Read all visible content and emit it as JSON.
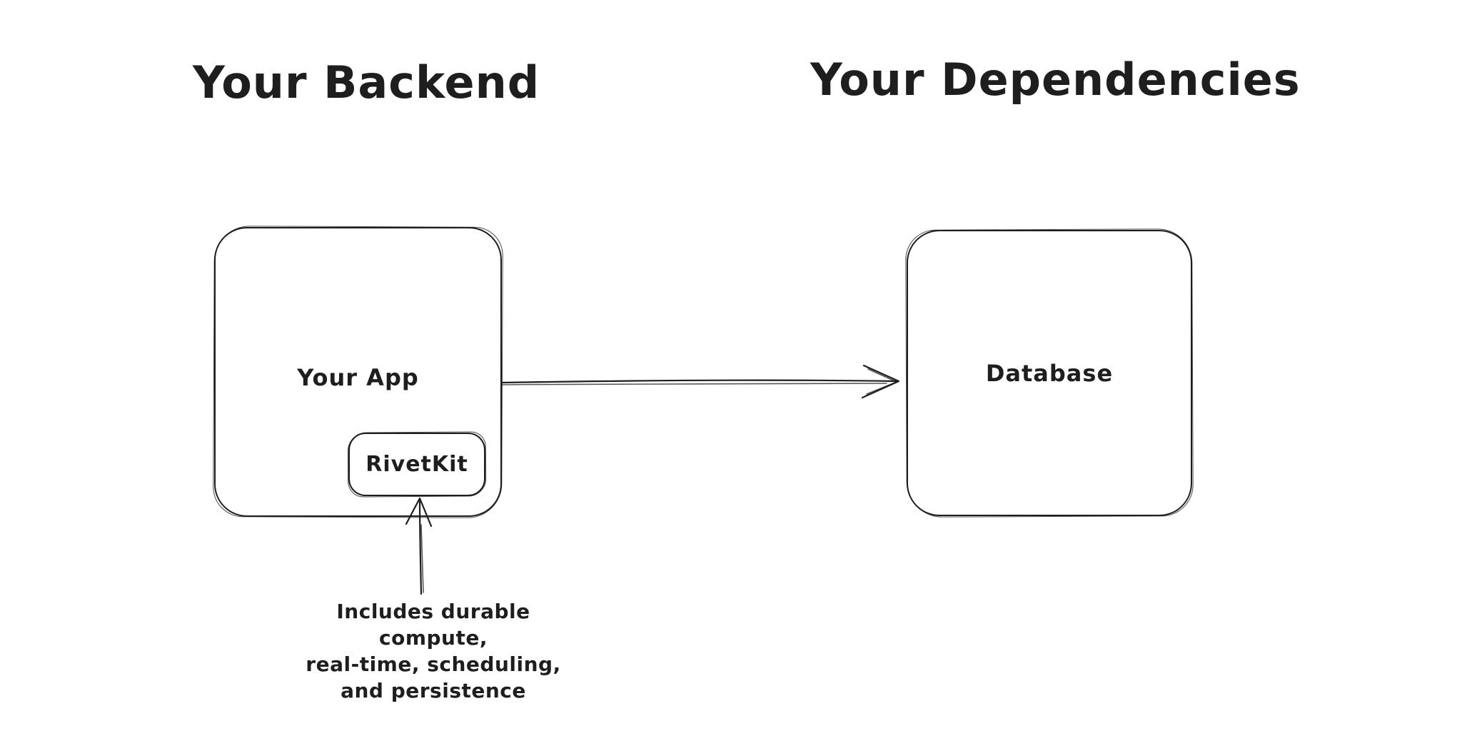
{
  "diagram": {
    "background_color": "#ffffff",
    "ink_color": "#1e1e1e",
    "titles": {
      "left": "Your Backend",
      "right": "Your Dependencies"
    },
    "nodes": {
      "your_app": {
        "label": "Your App"
      },
      "rivetkit": {
        "label": "RivetKit"
      },
      "database": {
        "label": "Database"
      }
    },
    "connectors": {
      "app_to_database": "arrow-right-icon",
      "caption_to_rivetkit": "arrow-up-icon"
    },
    "caption": {
      "lines": [
        "Includes durable compute,",
        "real-time, scheduling,",
        "and persistence"
      ]
    }
  }
}
